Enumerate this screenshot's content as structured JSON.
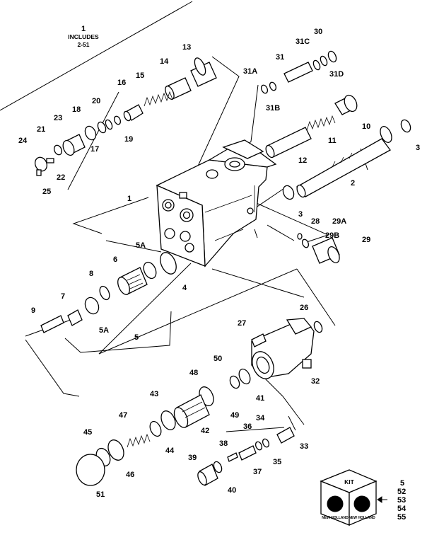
{
  "callout_1": {
    "number": "1",
    "line1": "INCLUDES",
    "line2": "2-51"
  },
  "labels": {
    "p1": "1",
    "p2": "2",
    "p3a": "3",
    "p3b": "3",
    "p4": "4",
    "p5": "5",
    "p5a_top": "5A",
    "p5a_bot": "5A",
    "p6": "6",
    "p7": "7",
    "p8": "8",
    "p9": "9",
    "p10": "10",
    "p11": "11",
    "p12": "12",
    "p13": "13",
    "p14": "14",
    "p15": "15",
    "p16": "16",
    "p17": "17",
    "p18": "18",
    "p19": "19",
    "p20": "20",
    "p21": "21",
    "p22": "22",
    "p23": "23",
    "p24": "24",
    "p25": "25",
    "p26": "26",
    "p27": "27",
    "p28": "28",
    "p29": "29",
    "p29a": "29A",
    "p29b": "29B",
    "p30": "30",
    "p31": "31",
    "p31a": "31A",
    "p31b": "31B",
    "p31c": "31C",
    "p31d": "31D",
    "p32": "32",
    "p33": "33",
    "p34": "34",
    "p35": "35",
    "p36": "36",
    "p37": "37",
    "p38": "38",
    "p39": "39",
    "p40": "40",
    "p41": "41",
    "p42": "42",
    "p43": "43",
    "p44": "44",
    "p45": "45",
    "p46": "46",
    "p47": "47",
    "p48": "48",
    "p49": "49",
    "p50": "50",
    "p51": "51"
  },
  "kit": {
    "label": "KIT",
    "items": [
      "5",
      "52",
      "53",
      "54",
      "55"
    ],
    "side_text": "NEW HOLLAND"
  }
}
